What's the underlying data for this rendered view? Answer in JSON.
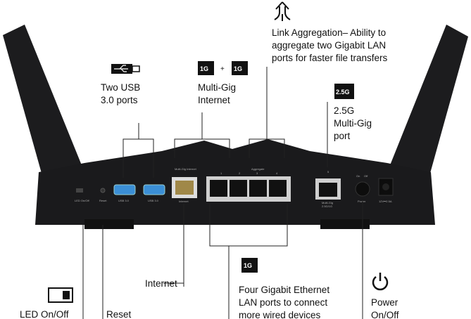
{
  "callouts": {
    "link_aggregation": [
      "Link Aggregation– Ability to",
      "aggregate two Gigabit LAN",
      "ports for faster file transfers"
    ],
    "usb": [
      "Two USB",
      "3.0 ports"
    ],
    "multigig_internet": [
      "Multi-Gig",
      "Internet"
    ],
    "port_25g": [
      "2.5G",
      "Multi-Gig",
      "port"
    ],
    "internet": "Internet",
    "led": "LED On/Off",
    "reset": "Reset",
    "lan": [
      "Four Gigabit Ethernet",
      "LAN ports to connect",
      "more wired devices"
    ],
    "power": [
      "Power",
      "On/Off"
    ]
  },
  "icons": {
    "one_g": "1G",
    "plus": "+",
    "two_five_g": "2.5G"
  },
  "router_labels": {
    "led": "LED On/Off",
    "reset": "Reset",
    "usb1": "USB 3.0",
    "usb2": "USB 3.0",
    "internet": "Internet",
    "multigig_internet": "Multi-Gig Internet",
    "p1": "1",
    "p2": "2",
    "p3": "3",
    "p4": "4",
    "aggregate": "Aggregate",
    "p5": "5",
    "multigig": "Multi-Gig",
    "speed": "2.5G/1G",
    "on": "On",
    "off": "Off",
    "power": "Power",
    "dc": "12V⎓2.5A"
  },
  "colors": {
    "body": "#1a1a1c",
    "usb_blue": "#3b8fd6",
    "internet_port": "#a08848"
  }
}
